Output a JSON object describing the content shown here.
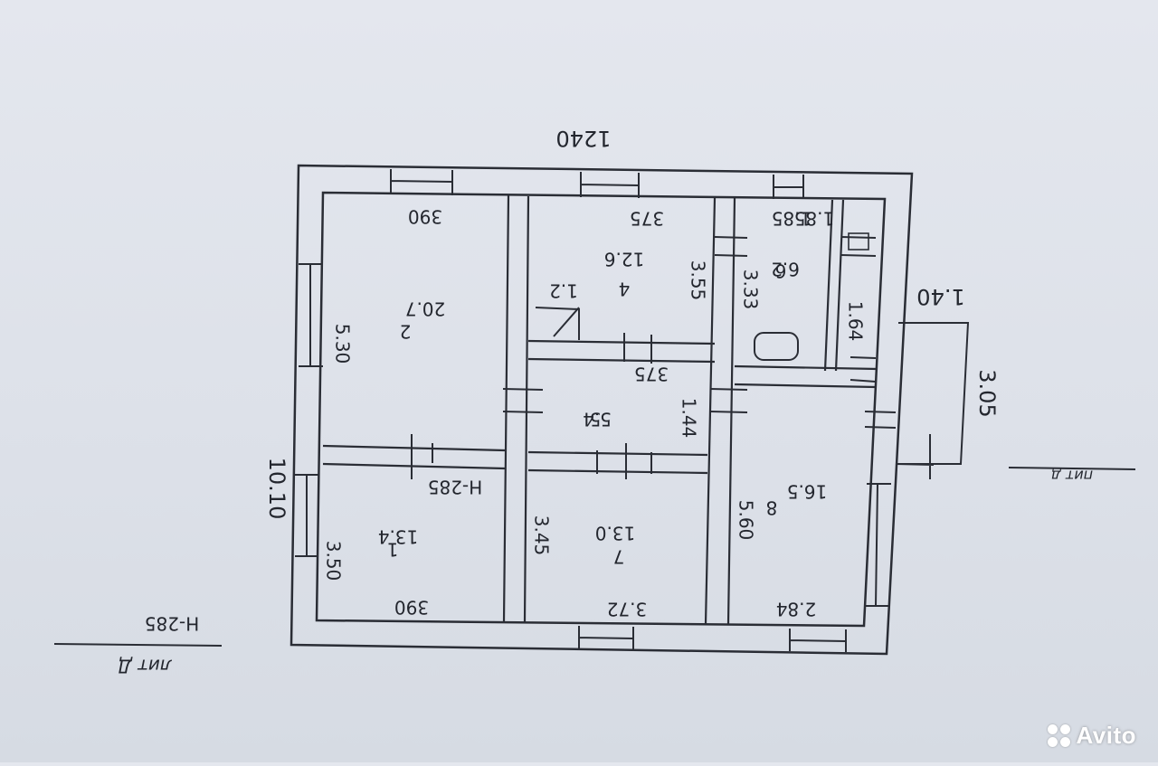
{
  "plan": {
    "overall_width": "1240",
    "overall_depth": "10.10",
    "porch_width": "1.40",
    "porch_depth": "3.05",
    "stamp": "Н-285",
    "stamp_inner": "Н-285",
    "liter_left": "лит Д",
    "liter_right": "пит д"
  },
  "rooms": [
    {
      "id": "room1",
      "top_dim": "390",
      "side_dim": "5.30",
      "area": "20.7",
      "num": "2"
    },
    {
      "id": "room2",
      "top_dim": "375",
      "side_dim": "3.55",
      "area": "12.6",
      "num": "4"
    },
    {
      "id": "room3",
      "top_dim": "1.85",
      "side_dim": "3.33",
      "area": "6.2",
      "num": "6"
    },
    {
      "id": "room4",
      "top_dim": "1.85",
      "side_dim": "1.64",
      "area": "",
      "num": ""
    },
    {
      "id": "room5",
      "top_dim": "375",
      "side_dim": "1.44",
      "area": "5.4",
      "num": "5"
    },
    {
      "id": "room6",
      "top_dim": "1.2",
      "side_dim": "",
      "area": "",
      "num": ""
    },
    {
      "id": "room7",
      "top_dim": "390",
      "side_dim": "3.50",
      "area": "13.4",
      "num": "1"
    },
    {
      "id": "room8",
      "top_dim": "3.72",
      "side_dim": "3.45",
      "area": "13.0",
      "num": "7"
    },
    {
      "id": "room9",
      "top_dim": "2.84",
      "side_dim": "5.60",
      "area": "16.5",
      "num": "8"
    }
  ],
  "watermark": "Avito"
}
